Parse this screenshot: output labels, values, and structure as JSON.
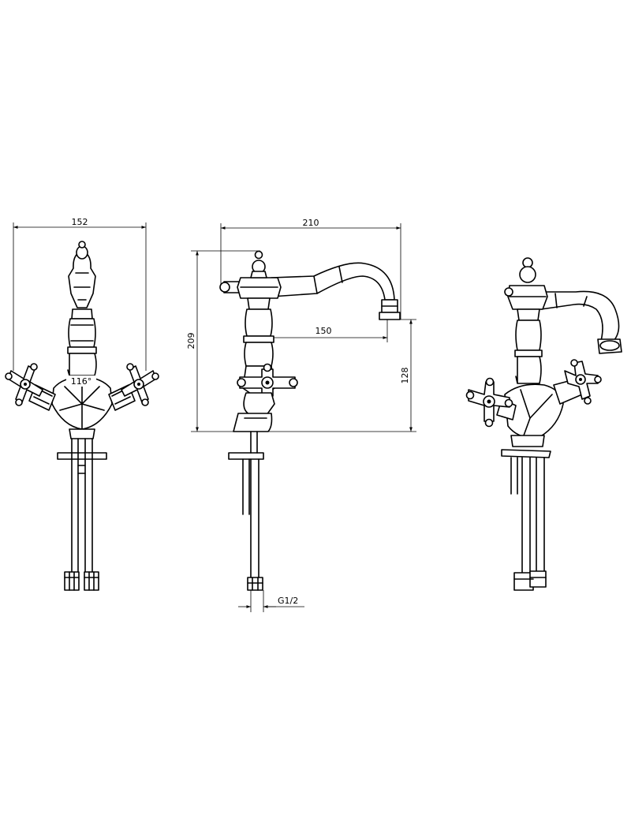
{
  "dimensions": {
    "front_width": "152",
    "angle": "116°",
    "side_reach": "210",
    "side_height": "209",
    "spout_reach": "150",
    "spout_height": "128",
    "thread": "G1/2"
  },
  "colors": {
    "line": "#000000",
    "background": "#ffffff"
  }
}
